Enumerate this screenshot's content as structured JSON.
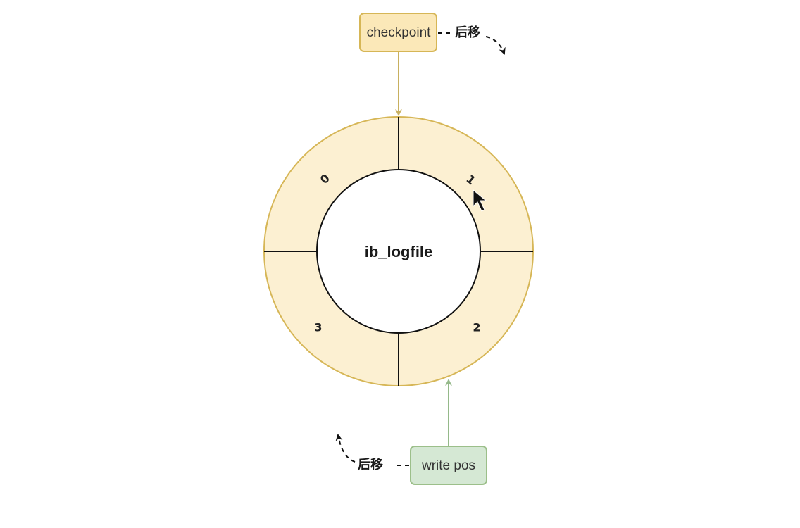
{
  "diagram": {
    "center_label": "ib_logfile",
    "segments": [
      "0",
      "1",
      "2",
      "3"
    ],
    "checkpoint": {
      "label": "checkpoint",
      "note": "后移"
    },
    "write_pos": {
      "label": "write pos",
      "note": "后移"
    },
    "colors": {
      "ring_fill": "#fcf0d2",
      "ring_stroke": "#d6b656",
      "checkpoint_fill": "#fbe8b8",
      "checkpoint_stroke": "#d6b656",
      "checkpoint_arrow": "#c8b060",
      "writepos_fill": "#d5e8d4",
      "writepos_stroke": "#9cbf8a",
      "writepos_arrow": "#95b98a",
      "divider": "#111111"
    }
  }
}
